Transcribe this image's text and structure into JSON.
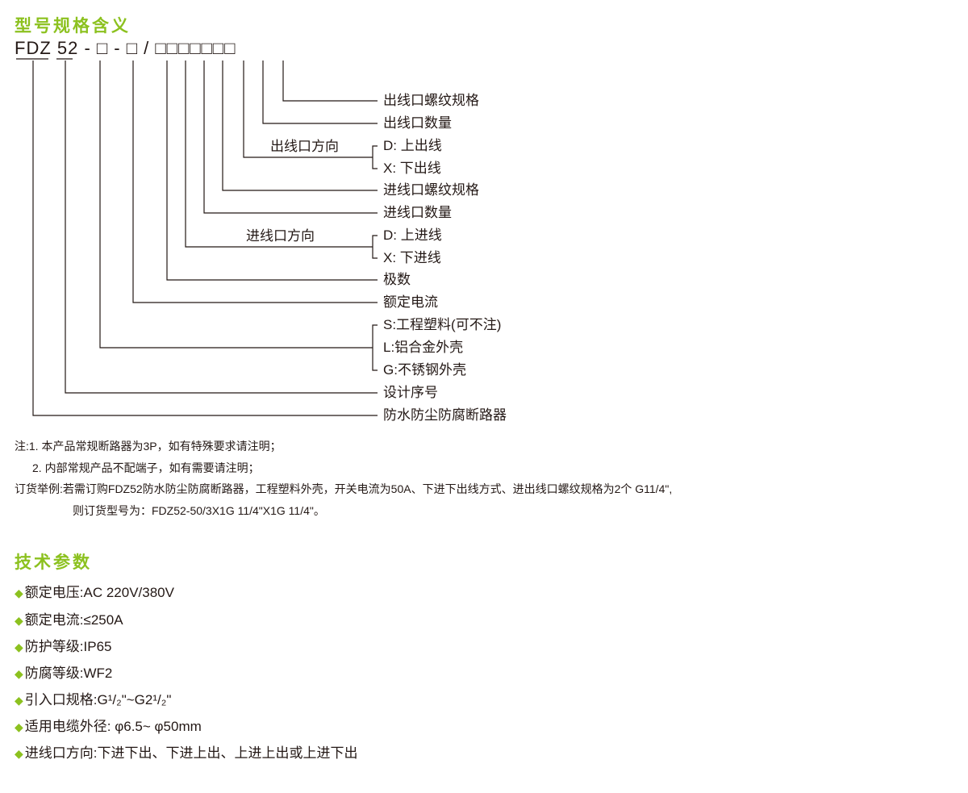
{
  "section1_title": "型号规格含义",
  "model_code": "FDZ 52 - □ - □ / □□□□□□□",
  "labels": [
    "出线口螺纹规格",
    "出线口数量",
    "D: 上出线",
    "X: 下出线",
    "进线口螺纹规格",
    "进线口数量",
    "D: 上进线",
    "X: 下进线",
    "极数",
    "额定电流",
    "S:工程塑料(可不注)",
    "L:铝合金外壳",
    "G:不锈钢外壳",
    "设计序号",
    "防水防尘防腐断路器"
  ],
  "outlet_direction": "出线口方向",
  "inlet_direction": "进线口方向",
  "notes": [
    "注:1. 本产品常规断路器为3P，如有特殊要求请注明；",
    "2. 内部常规产品不配端子，如有需要请注明；",
    "订货举例:若需订购FDZ52防水防尘防腐断路器，工程塑料外壳，开关电流为50A、下进下出线方式、进出线口螺纹规格为2个 G11/4\",",
    "则订货型号为：FDZ52-50/3X1G 11/4\"X1G 11/4\"。"
  ],
  "section2_title": "技术参数",
  "specs": [
    "额定电压:AC 220V/380V",
    "额定电流:≤250A",
    "防护等级:IP65",
    "防腐等级:WF2",
    "引入口规格:G¹/₂\"~G2¹/₂\"",
    "适用电缆外径: φ6.5~ φ50mm",
    "进线口方向:下进下出、下进上出、上进上出或上进下出"
  ],
  "accent_color": "#8cc11f"
}
